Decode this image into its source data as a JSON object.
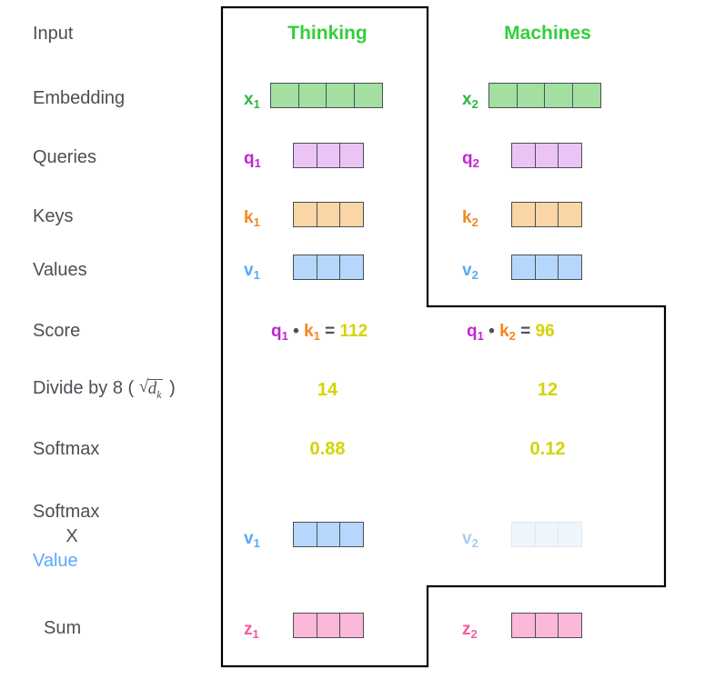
{
  "diagram": {
    "title_words": [
      {
        "text": "Thinking",
        "color": "#35ce3b"
      },
      {
        "text": "Machines",
        "color": "#35ce3b"
      }
    ],
    "row_labels": {
      "input": "Input",
      "embedding": "Embedding",
      "queries": "Queries",
      "keys": "Keys",
      "values": "Values",
      "score": "Score",
      "divide_prefix": "Divide by 8 (",
      "divide_radicand": "d",
      "divide_radicand_sub": "k",
      "divide_suffix": ")",
      "softmax": "Softmax",
      "softmax_times_value_line1": "Softmax",
      "softmax_times_value_line2": "X",
      "softmax_times_value_line3": "Value",
      "sum": "Sum"
    },
    "colors": {
      "label_text": "#4a5056",
      "word_green": "#35ce3b",
      "embedding_fill": "#a3dfa0",
      "embedding_label": "#2fb544",
      "query_fill": "#eac4f5",
      "query_label": "#c026d3",
      "key_fill": "#fad5a5",
      "key_label": "#f5871f",
      "value_fill": "#b6d7fb",
      "value_label": "#5aa9f8",
      "value_fill_faded": "#eff5fc",
      "sum_fill": "#fbb8d9",
      "sum_label": "#f85a9e",
      "number_yellow": "#d4d400",
      "cell_border": "#4a5056",
      "cell_border_faded": "#e2e8f0",
      "outline": "#000000"
    },
    "columns": [
      {
        "word": "Thinking",
        "vectors": {
          "embedding": {
            "label": "x",
            "sub": "1",
            "cells": 4
          },
          "query": {
            "label": "q",
            "sub": "1",
            "cells": 3
          },
          "key": {
            "label": "k",
            "sub": "1",
            "cells": 3
          },
          "value": {
            "label": "v",
            "sub": "1",
            "cells": 3
          },
          "weighted_value": {
            "label": "v",
            "sub": "1",
            "cells": 3,
            "faded": false
          },
          "sum": {
            "label": "z",
            "sub": "1",
            "cells": 3
          }
        },
        "score": {
          "left_term": "q",
          "left_sub": "1",
          "operator": "•",
          "right_term": "k",
          "right_sub": "1",
          "equals": "=",
          "result": "112"
        },
        "divided": "14",
        "softmax": "0.88"
      },
      {
        "word": "Machines",
        "vectors": {
          "embedding": {
            "label": "x",
            "sub": "2",
            "cells": 4
          },
          "query": {
            "label": "q",
            "sub": "2",
            "cells": 3
          },
          "key": {
            "label": "k",
            "sub": "2",
            "cells": 3
          },
          "value": {
            "label": "v",
            "sub": "2",
            "cells": 3
          },
          "weighted_value": {
            "label": "v",
            "sub": "2",
            "cells": 3,
            "faded": true
          },
          "sum": {
            "label": "z",
            "sub": "2",
            "cells": 3
          }
        },
        "score": {
          "left_term": "q",
          "left_sub": "1",
          "operator": "•",
          "right_term": "k",
          "right_sub": "2",
          "equals": "=",
          "result": "96"
        },
        "divided": "12",
        "softmax": "0.12"
      }
    ]
  }
}
